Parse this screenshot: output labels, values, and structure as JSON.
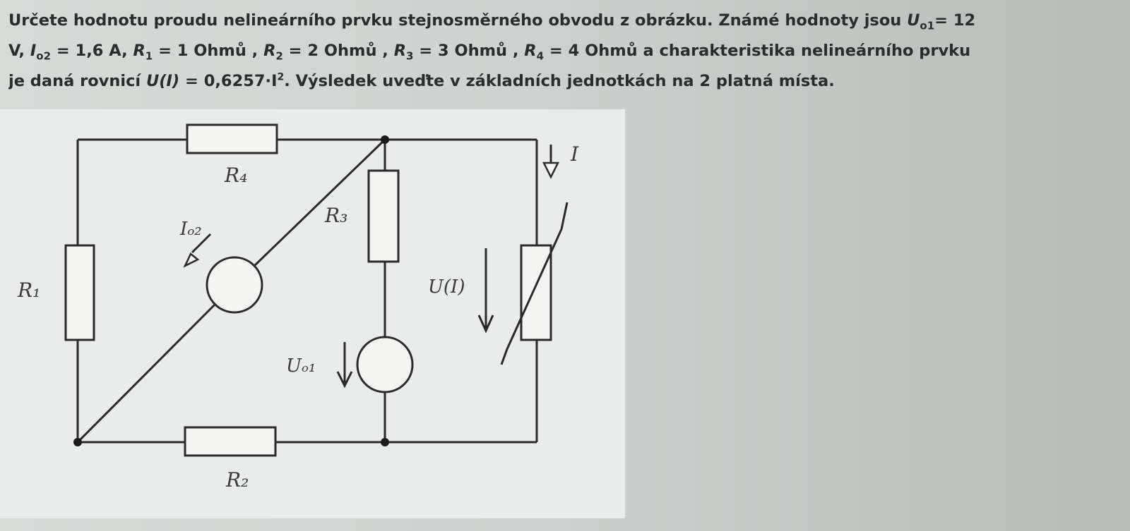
{
  "problem": {
    "line1": {
      "text": "Určete hodnotu proudu nelineárního prvku stejnosměrného obvodu z obrázku. Známé hodnoty jsou ",
      "uo1_symbol": "U",
      "uo1_sub": "o1",
      "uo1_value": "= 12"
    },
    "line2": {
      "unit_v": "V, ",
      "io2_symbol": "I",
      "io2_sub": "o2",
      "io2_value": " = 1,6 A, ",
      "r1_symbol": "R",
      "r1_sub": "1",
      "r1_value": " = 1 Ohmů , ",
      "r2_symbol": "R",
      "r2_sub": "2",
      "r2_value": " = 2 Ohmů , ",
      "r3_symbol": "R",
      "r3_sub": "3",
      "r3_value": " = 3 Ohmů , ",
      "r4_symbol": "R",
      "r4_sub": "4",
      "r4_value": " = 4 Ohmů a charakteristika nelineárního prvku"
    },
    "line3": {
      "text_before": "je daná rovnicí ",
      "equation_lhs": "U(I)",
      "equation_rhs": " = 0,6257·I",
      "equation_exp": "2",
      "text_after": ". Výsledek uveďte v základních jednotkách na 2 platná místa."
    }
  },
  "circuit": {
    "labels": {
      "r4": "R₄",
      "r3": "R₃",
      "r1": "R₁",
      "r2": "R₂",
      "io2": "Iₒ₂",
      "uo1": "Uₒ₁",
      "current_i": "I",
      "voltage_ui": "U(I)"
    }
  },
  "colors": {
    "text": "#2a2d2c",
    "wire": "#2a2a2a",
    "panel": "#e9ecea"
  }
}
